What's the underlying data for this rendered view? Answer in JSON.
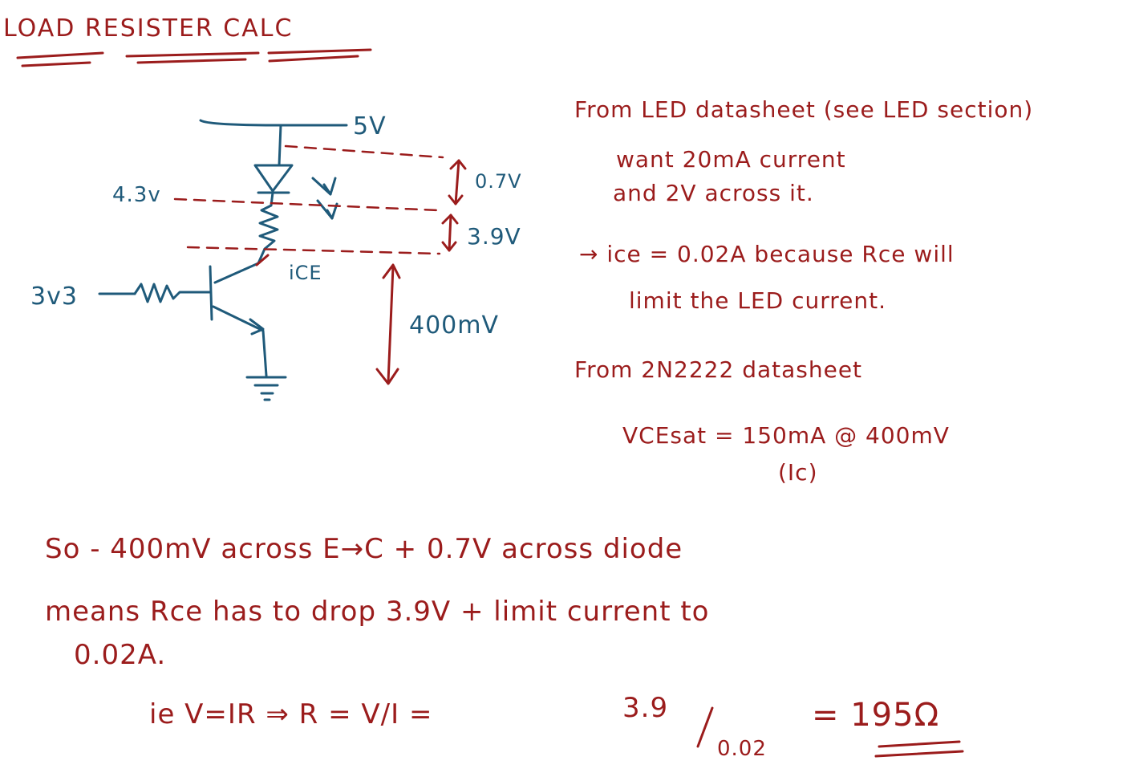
{
  "title": "LOAD RESISTER CALC",
  "circuit": {
    "supply_label": "5V",
    "node_voltage_label": "4.3v",
    "input_label": "3v3",
    "ice_label": "iCE",
    "drop_led_label": "0.7V",
    "drop_resistor_label": "3.9V",
    "drop_ce_label": "400mV"
  },
  "notes": {
    "led_line1": "From LED datasheet (see LED section)",
    "led_line2": "want 20mA current",
    "led_line3": "and 2V across it.",
    "ice_line1": "→ ice = 0.02A because Rce will",
    "ice_line2": "limit the LED current.",
    "transistor_line1": "From 2N2222 datasheet",
    "vcesat_line": "VCEsat = 150mA @ 400mV",
    "ic_line": "(Ic)"
  },
  "conclusion": {
    "line1": "So - 400mV across E→C + 0.7V across diode",
    "line2": "means Rce has to drop 3.9V + limit current to",
    "line3": "0.02A.",
    "equation_prefix": "ie  V=IR ⇒ R = V/I =",
    "equation_numerator": "3.9",
    "equation_denominator": "0.02",
    "equation_result": "= 195Ω"
  },
  "colors": {
    "red_ink": "#9b1c1c",
    "blue_ink": "#1f5a7a"
  }
}
